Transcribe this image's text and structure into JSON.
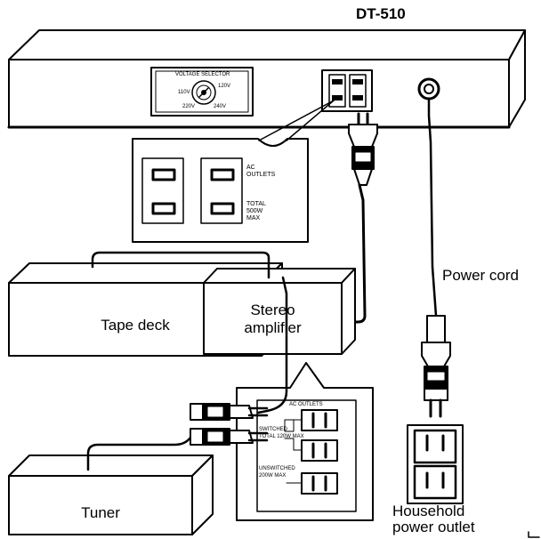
{
  "device": {
    "model": "DT-510",
    "panel_label": "VOLTAGE SELECTOR",
    "voltage_marks": [
      "110V",
      "120V",
      "220V",
      "240V"
    ]
  },
  "inset_outlets": {
    "ac_outlets_label_1": "AC",
    "ac_outlets_label_2": "OUTLETS",
    "total_label_1": "TOTAL",
    "total_label_2": "500W",
    "total_label_3": "MAX"
  },
  "power_cord_label": "Power cord",
  "components": {
    "tape_deck": "Tape deck",
    "stereo_amplifier_line1": "Stereo",
    "stereo_amplifier_line2": "amplifier",
    "tuner": "Tuner"
  },
  "amp_outlets": {
    "title": "AC OUTLETS",
    "switched": "SWITCHED",
    "switched_total": "TOTAL 120W MAX",
    "unswitched": "UNSWITCHED",
    "unswitched_total": "200W MAX"
  },
  "household": {
    "line1": "Household",
    "line2": "power outlet"
  }
}
